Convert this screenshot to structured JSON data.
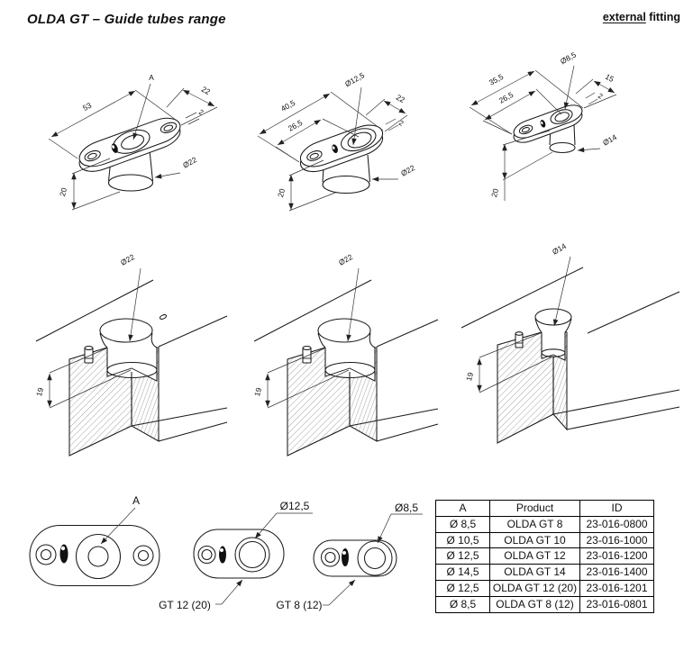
{
  "header": {
    "title": "OLDA GT – Guide tubes range",
    "fitting_underlined": "external",
    "fitting_rest": " fitting"
  },
  "iso_views": [
    {
      "length": "53",
      "width": "22",
      "thickness": "2",
      "hole": "A",
      "tube": "Ø22",
      "height": "20"
    },
    {
      "length": "40,5",
      "offset": "26,5",
      "width": "22",
      "thickness": "2",
      "hole": "Ø12,5",
      "tube": "Ø22",
      "height": "20"
    },
    {
      "length": "35,5",
      "offset": "26,5",
      "width": "15",
      "thickness": "2",
      "hole": "Ø8,5",
      "tube": "Ø14",
      "height": "20"
    }
  ],
  "sections": [
    {
      "diameter": "Ø22",
      "depth": "19"
    },
    {
      "diameter": "Ø22",
      "depth": "19"
    },
    {
      "diameter": "Ø14",
      "depth": "19"
    }
  ],
  "plan_views": [
    {
      "label": "A"
    },
    {
      "label": "Ø12,5",
      "caption": "GT 12 (20)"
    },
    {
      "label": "Ø8,5",
      "caption": "GT 8 (12)"
    }
  ],
  "table": {
    "headers": [
      "A",
      "Product",
      "ID"
    ],
    "rows": [
      [
        "Ø 8,5",
        "OLDA GT 8",
        "23-016-0800"
      ],
      [
        "Ø 10,5",
        "OLDA GT 10",
        "23-016-1000"
      ],
      [
        "Ø 12,5",
        "OLDA GT 12",
        "23-016-1200"
      ],
      [
        "Ø 14,5",
        "OLDA GT 14",
        "23-016-1400"
      ],
      [
        "Ø 12,5",
        "OLDA GT 12 (20)",
        "23-016-1201"
      ],
      [
        "Ø 8,5",
        "OLDA GT 8 (12)",
        "23-016-0801"
      ]
    ]
  }
}
